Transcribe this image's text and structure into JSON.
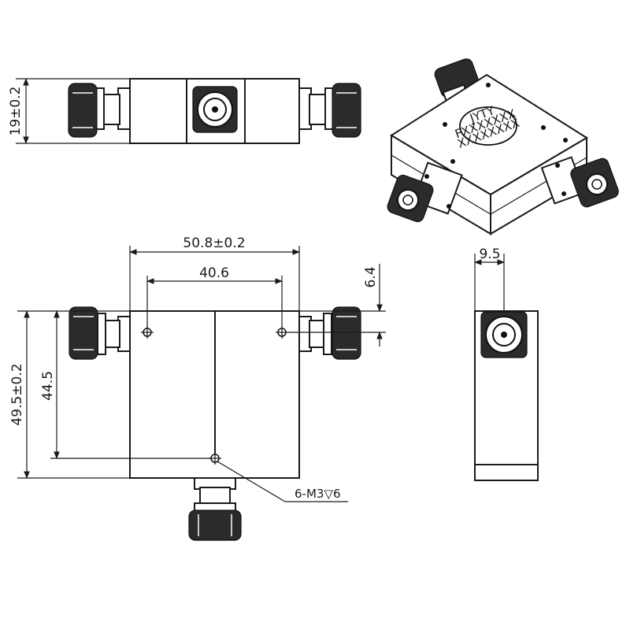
{
  "dimensions": {
    "top_height": "19±0.2",
    "overall_width": "50.8±0.2",
    "hole_spacing": "40.6",
    "hole_offset": "6.4",
    "overall_height": "49.5±0.2",
    "hole_height": "44.5",
    "side_width": "9.5"
  },
  "callouts": {
    "mount_holes": "6-M3▽6"
  },
  "logo": {
    "line1": "JYTY",
    "line2": "FXXXXXXX",
    "line3": "XXXXXXXX"
  }
}
